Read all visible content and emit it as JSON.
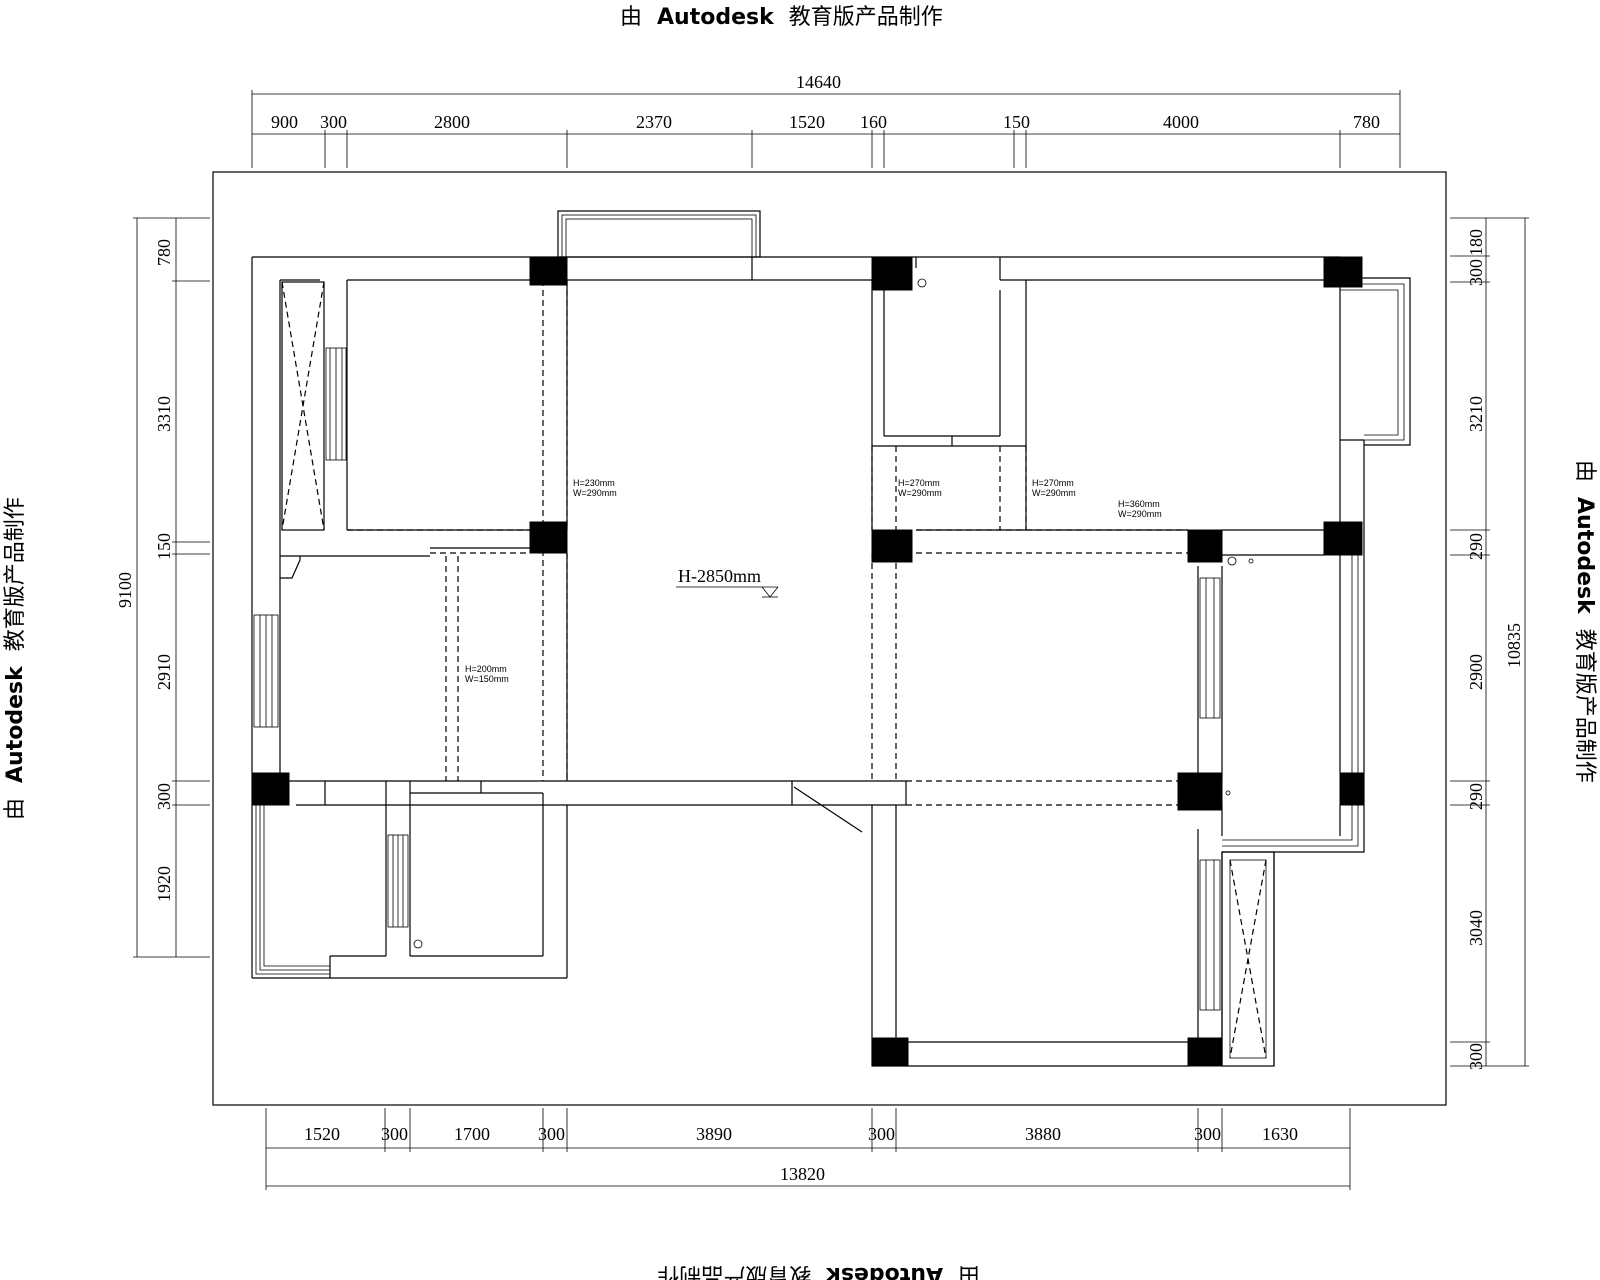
{
  "watermark": {
    "prefix": "由",
    "brand": "Autodesk",
    "suffix": "教育版产品制作"
  },
  "dims": {
    "top_total": "14640",
    "top": [
      "900",
      "300",
      "2800",
      "2370",
      "1520",
      "160",
      "150",
      "4000",
      "780"
    ],
    "bottom_total": "13820",
    "bottom": [
      "1520",
      "300",
      "1700",
      "300",
      "3890",
      "300",
      "3880",
      "300",
      "1630"
    ],
    "left_total": "9100",
    "left": [
      "780",
      "3310",
      "150",
      "2910",
      "300",
      "1920"
    ],
    "right_total": "10835",
    "right": [
      "180",
      "300",
      "3210",
      "290",
      "2900",
      "290",
      "3040",
      "300"
    ]
  },
  "annotations": {
    "ceiling_height": "H-2850mm",
    "beam1": [
      "H=230mm",
      "W=290mm"
    ],
    "beam2": [
      "H=270mm",
      "W=290mm"
    ],
    "beam3": [
      "H=270mm",
      "W=290mm"
    ],
    "beam4": [
      "H=360mm",
      "W=290mm"
    ],
    "beam5": [
      "H=200mm",
      "W=150mm"
    ]
  }
}
